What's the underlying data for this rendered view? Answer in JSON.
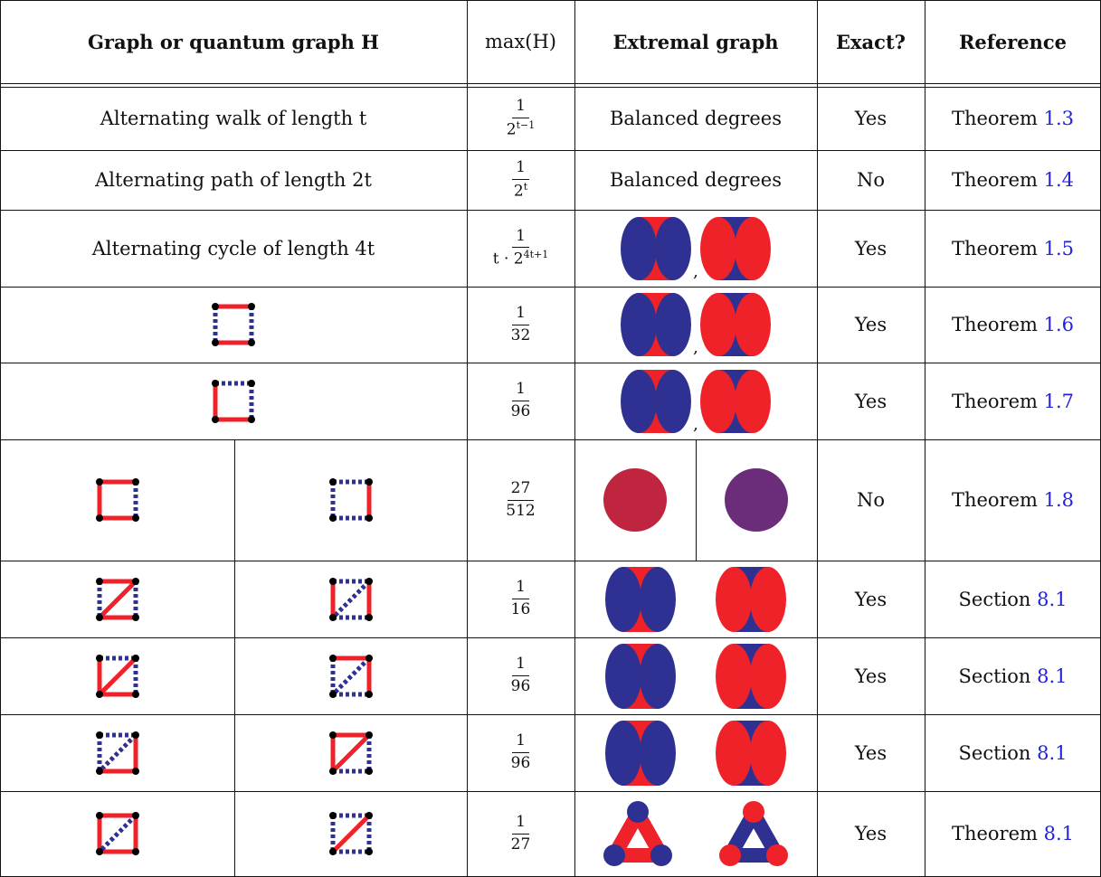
{
  "header": {
    "graph": "Graph or quantum graph H",
    "max": "max(H)",
    "extremal": "Extremal graph",
    "exact": "Exact?",
    "reference": "Reference"
  },
  "rows": [
    {
      "graph_text": "Alternating walk of length t",
      "max": {
        "num": "1",
        "den": "2",
        "den_sup": "t−1"
      },
      "extremal_text": "Balanced degrees",
      "exact": "Yes",
      "ref_label": "Theorem",
      "ref_num": "1.3"
    },
    {
      "graph_text": "Alternating path of length 2t",
      "max": {
        "num": "1",
        "den": "2",
        "den_sup": "t"
      },
      "extremal_text": "Balanced degrees",
      "exact": "No",
      "ref_label": "Theorem",
      "ref_num": "1.4"
    },
    {
      "graph_text": "Alternating cycle of length 4t",
      "max": {
        "num": "1",
        "den": "t · 2",
        "den_sup": "4t+1"
      },
      "exact": "Yes",
      "ref_label": "Theorem",
      "ref_num": "1.5"
    },
    {
      "max": {
        "num": "1",
        "den": "32",
        "den_sup": ""
      },
      "exact": "Yes",
      "ref_label": "Theorem",
      "ref_num": "1.6"
    },
    {
      "max": {
        "num": "1",
        "den": "96",
        "den_sup": ""
      },
      "exact": "Yes",
      "ref_label": "Theorem",
      "ref_num": "1.7"
    },
    {
      "max": {
        "num": "27",
        "den": "512",
        "den_sup": ""
      },
      "exact": "No",
      "ref_label": "Theorem",
      "ref_num": "1.8"
    },
    {
      "max": {
        "num": "1",
        "den": "16",
        "den_sup": ""
      },
      "exact": "Yes",
      "ref_label": "Section",
      "ref_num": "8.1"
    },
    {
      "max": {
        "num": "1",
        "den": "96",
        "den_sup": ""
      },
      "exact": "Yes",
      "ref_label": "Section",
      "ref_num": "8.1"
    },
    {
      "max": {
        "num": "1",
        "den": "96",
        "den_sup": ""
      },
      "exact": "Yes",
      "ref_label": "Section",
      "ref_num": "8.1"
    },
    {
      "max": {
        "num": "1",
        "den": "27",
        "den_sup": ""
      },
      "exact": "Yes",
      "ref_label": "Theorem",
      "ref_num": "8.1"
    }
  ],
  "separator": ",",
  "colors": {
    "red": "#ee2228",
    "blue": "#2e3192",
    "crimson": "#c0253f",
    "purple": "#6b2d7a",
    "link": "#2222dd"
  }
}
